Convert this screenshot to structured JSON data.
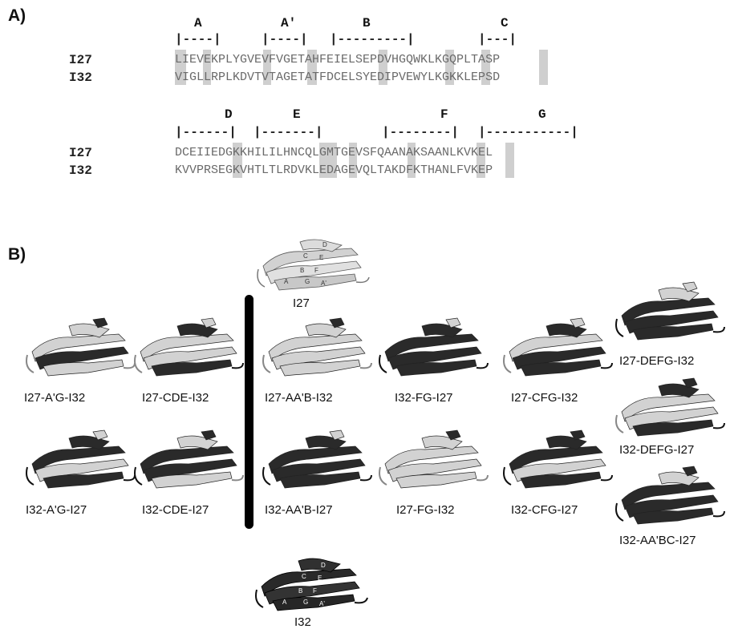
{
  "panel_a": {
    "label": "A)",
    "row1": {
      "strands": [
        "A",
        "A′",
        "B",
        "C"
      ],
      "dashes": [
        "|----|",
        "|----|",
        "|---------|",
        "|---|"
      ],
      "seq_names": [
        "I27",
        "I32"
      ],
      "i27": "LIEVEKPLYGVEVFVGETAHFEIELSEPDVHGQWKLKGQPLTASP",
      "i32": "VIGLLRPLKDVTVTAGETATFDCELSYEDIPVEWYLKGKKLEPSD"
    },
    "row2": {
      "strands": [
        "D",
        "E",
        "F",
        "G"
      ],
      "dashes": [
        "|------|",
        "|-------|",
        "|--------|",
        "|-----------|"
      ],
      "seq_names": [
        "I27",
        "I32"
      ],
      "i27": "DCEIIEDGKKHILILHNCQLGMTGEVSFQAANAKSAANLKVKEL",
      "i32": "KVVPRSEGKVHTLTLRDVKLEDAGEVQLTAKDFKTHANLFVKEP"
    }
  },
  "panel_b": {
    "label": "B)",
    "reference_top": {
      "name": "I27",
      "strand_letters": [
        "D",
        "C",
        "E",
        "B",
        "F",
        "A",
        "G",
        "A'"
      ]
    },
    "reference_bottom": {
      "name": "I32",
      "strand_letters": [
        "D",
        "C",
        "E",
        "B",
        "F",
        "A",
        "G",
        "A'"
      ]
    },
    "structures": [
      {
        "name": "I27-A'G-I32"
      },
      {
        "name": "I27-CDE-I32"
      },
      {
        "name": "I32-A'G-I27"
      },
      {
        "name": "I32-CDE-I27"
      },
      {
        "name": "I27-AA'B-I32"
      },
      {
        "name": "I32-FG-I27"
      },
      {
        "name": "I27-CFG-I32"
      },
      {
        "name": "I32-AA'B-I27"
      },
      {
        "name": "I27-FG-I32"
      },
      {
        "name": "I32-CFG-I27"
      },
      {
        "name": "I27-DEFG-I32"
      },
      {
        "name": "I32-DEFG-I27"
      },
      {
        "name": "I32-AA'BC-I27"
      }
    ]
  },
  "colors": {
    "light_strand": "#d2d2d2",
    "dark_strand": "#2a2a2a",
    "shade": "#cfcfcf"
  }
}
